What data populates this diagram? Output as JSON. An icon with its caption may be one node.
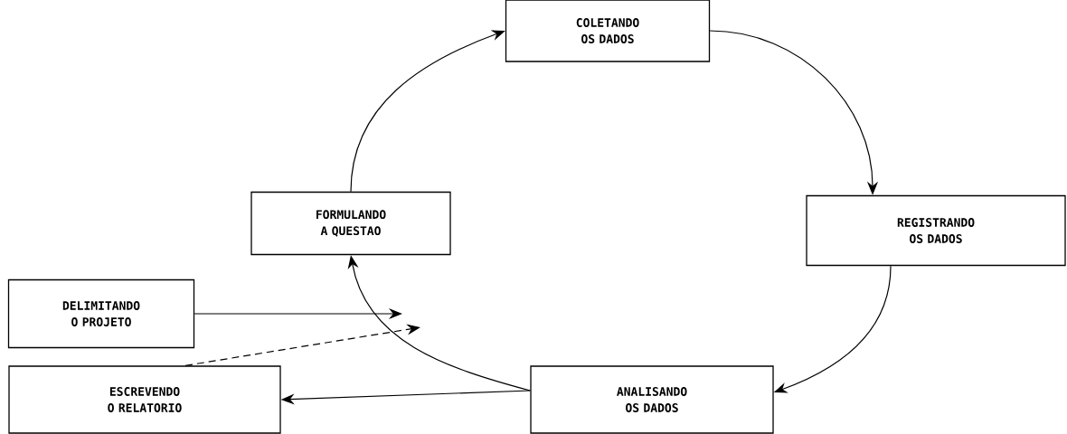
{
  "diagram": {
    "nodes": [
      {
        "text": [
          "COLETANDO OS DADOS"
        ]
      },
      {
        "text": [
          "FORMULANDO A QUESTAO"
        ]
      },
      {
        "text": [
          "REGISTRANDO OS DADOS"
        ]
      },
      {
        "text": [
          "DELIMITANDO O PROJETO"
        ]
      },
      {
        "text": [
          "ESCREVENDO O RELATORIO"
        ]
      },
      {
        "text": [
          "ANALISANDO OS DADOS"
        ]
      }
    ],
    "edges": [
      {
        "from": 1,
        "to": 0,
        "arrow": "to"
      },
      {
        "from": 0,
        "to": 2,
        "arrow": "to"
      },
      {
        "from": 2,
        "to": 5,
        "arrow": "to"
      },
      {
        "from": 5,
        "to": 1,
        "arrow": "to"
      },
      {
        "from": 3,
        "to": null,
        "arrow": "to"
      },
      {
        "from": 4,
        "to": null,
        "arrow": "to",
        "style": "dashed"
      },
      {
        "from": 5,
        "to": 4,
        "arrow": "to"
      }
    ]
  }
}
